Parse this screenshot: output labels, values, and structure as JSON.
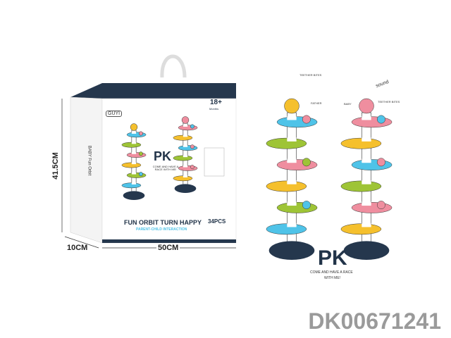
{
  "box": {
    "brand": "GUYI",
    "age_label": "18+",
    "age_unit": "Months",
    "pk": "PK",
    "pk_sub": "COME AND HAVE A RACE WITH ME!",
    "title": "FUN ORBIT TURN HAPPY",
    "subtitle": "PARENT-CHILD INTERACTION",
    "pieces": "34PCS",
    "side_text": "BABY Fun Orbit"
  },
  "dimensions": {
    "height": "41.5CM",
    "depth": "10CM",
    "width": "50CM"
  },
  "product": {
    "left_label": "TEETHER BITES",
    "father_label": "FATHER",
    "baby_label": "BABY",
    "sound_label": "sound",
    "right_label": "TEETHER BITES",
    "pk": "PK",
    "pk_sub_line1": "COME AND HAVE A RACE",
    "pk_sub_line2": "WITH ME!"
  },
  "item_code": "DK00671241",
  "colors": {
    "navy": "#25374d",
    "blue": "#4fc3e8",
    "green": "#9ec436",
    "pink": "#ef8e9f",
    "yellow": "#f5c02d"
  },
  "towers": {
    "left": [
      "blue",
      "green",
      "pink",
      "yellow",
      "green",
      "blue"
    ],
    "right": [
      "pink",
      "yellow",
      "blue",
      "green",
      "pink",
      "yellow"
    ]
  }
}
